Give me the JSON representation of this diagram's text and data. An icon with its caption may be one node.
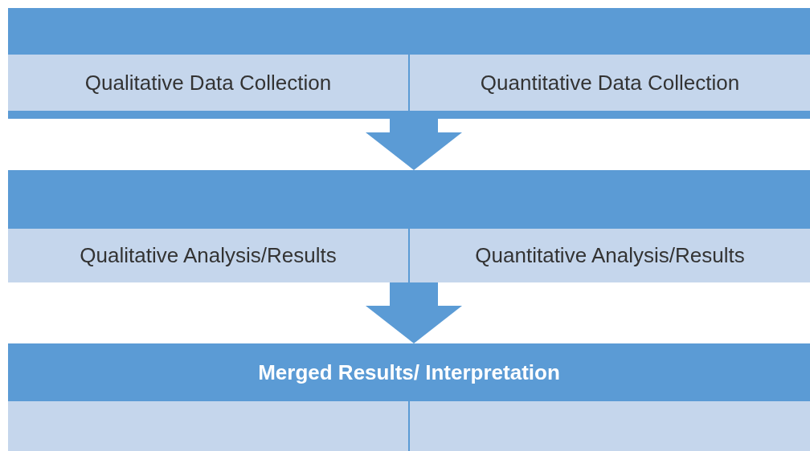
{
  "diagram": {
    "nodes": [
      {
        "text": [],
        "shape": "box"
      },
      {
        "text": [
          "Qualitative Data Collection"
        ],
        "in": 0
      },
      {
        "text": [
          "Quantitative Data Collection"
        ],
        "in": 0
      },
      {
        "text": [],
        "shape": "box"
      },
      {
        "text": [
          "Qualitative Analysis/Results"
        ],
        "in": 3
      },
      {
        "text": [
          "Quantitative Analysis/Results"
        ],
        "in": 3
      },
      {
        "text": [
          "Merged Results/ Interpretation"
        ]
      },
      {
        "text": [],
        "shape": "box",
        "in": 6
      },
      {
        "text": [],
        "shape": "box",
        "in": 6
      }
    ],
    "edges": [
      {
        "from": 0,
        "to": 3,
        "arrow": "to"
      },
      {
        "from": 3,
        "to": 6,
        "arrow": "to"
      }
    ]
  }
}
